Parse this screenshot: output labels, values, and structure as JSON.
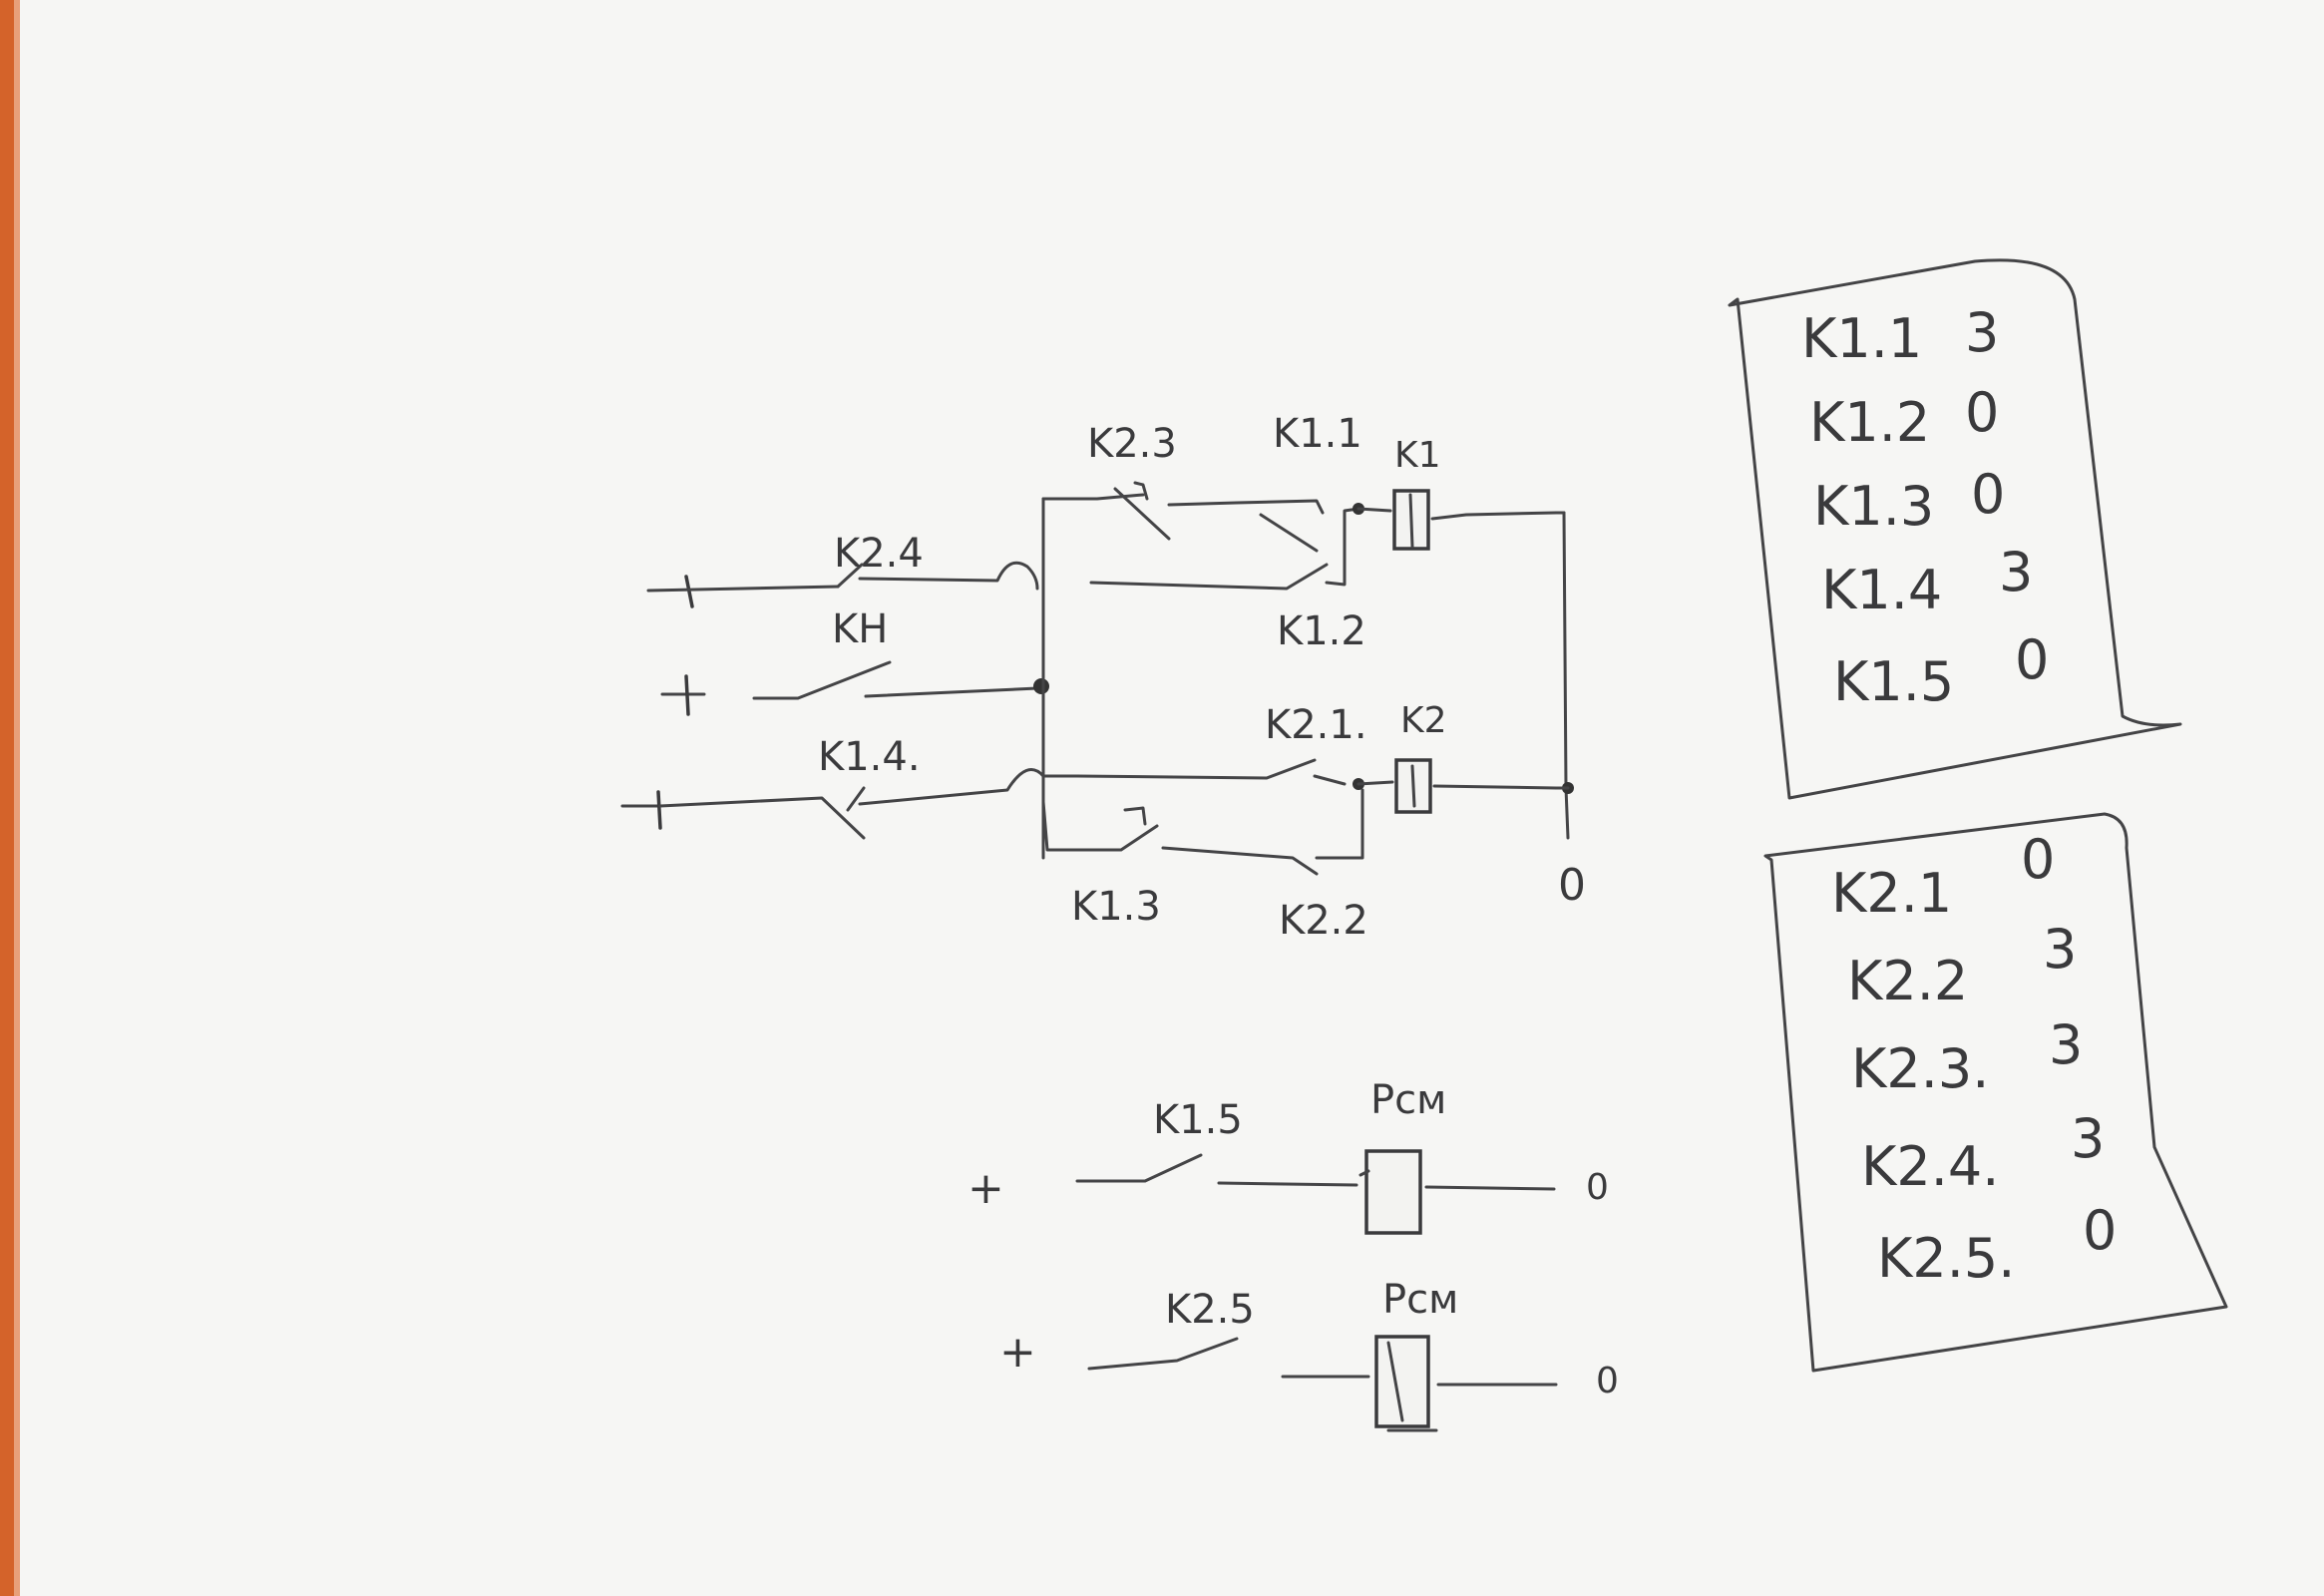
{
  "labels": {
    "k2_3": "K2.3",
    "k1_1": "K1.1",
    "k1_coil": "K1",
    "k2_4": "K2.4",
    "kh": "KH",
    "k1_2": "K1.2",
    "k2_1": "K2.1.",
    "k2_coil": "K2",
    "k1_4": "K1.4.",
    "k1_3": "K1.3",
    "k2_2": "K2.2",
    "k1_5": "K1.5",
    "psig1": "Pсм",
    "k2_5": "K2.5",
    "psig2": "Pсм"
  },
  "terminals": {
    "plus": "+",
    "zero": "0"
  },
  "table_k1": [
    {
      "contact": "K1.1",
      "state": "3"
    },
    {
      "contact": "K1.2",
      "state": "0"
    },
    {
      "contact": "K1.3",
      "state": "0"
    },
    {
      "contact": "K1.4",
      "state": "3"
    },
    {
      "contact": "K1.5",
      "state": "0"
    }
  ],
  "table_k2": [
    {
      "contact": "K2.1",
      "state": "0"
    },
    {
      "contact": "K2.2",
      "state": "3"
    },
    {
      "contact": "K2.3.",
      "state": "3"
    },
    {
      "contact": "K2.4.",
      "state": "3"
    },
    {
      "contact": "K2.5.",
      "state": "0"
    }
  ],
  "colors": {
    "paper": "#f6f6f4",
    "pencil": "#3a3a3c",
    "edge": "#d4632a"
  }
}
